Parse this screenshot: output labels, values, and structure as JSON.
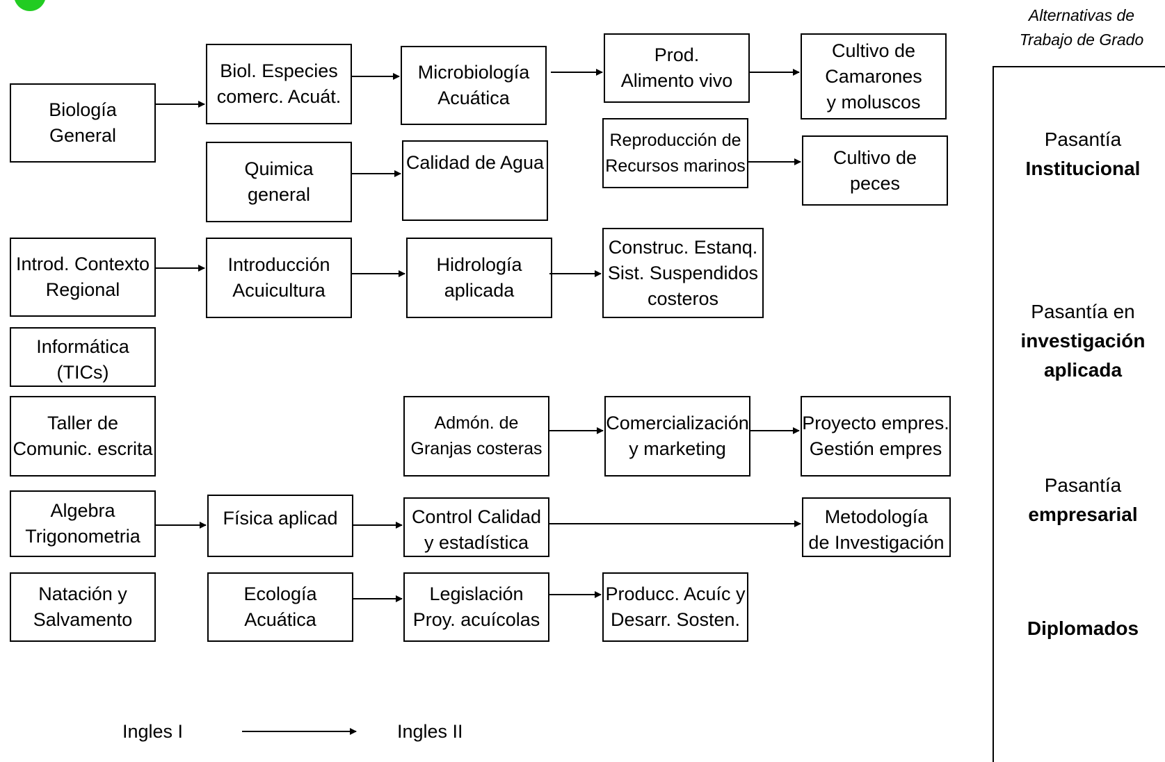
{
  "side": {
    "title": [
      "Alternativas de",
      "Trabajo de Grado"
    ],
    "alternatives": [
      {
        "lines": [
          {
            "text": "Pasantía",
            "bold": false
          },
          {
            "text": "Institucional",
            "bold": true
          }
        ]
      },
      {
        "lines": [
          {
            "text": "Pasantía en",
            "bold": false
          },
          {
            "text": "investigación",
            "bold": true
          },
          {
            "text": "aplicada",
            "bold": true
          }
        ]
      },
      {
        "lines": [
          {
            "text": "Pasantía",
            "bold": false
          },
          {
            "text": "empresarial",
            "bold": true
          }
        ]
      },
      {
        "lines": [
          {
            "text": "Diplomados",
            "bold": true
          }
        ]
      }
    ]
  },
  "courses": {
    "biologia_general": [
      "Biología",
      "General"
    ],
    "biol_especies": [
      "Biol. Especies",
      "comerc.  Acuát."
    ],
    "microbiologia": [
      "Microbiología",
      "Acuática"
    ],
    "prod_alimento": [
      "Prod.",
      "Alimento vivo"
    ],
    "cultivo_camarones": [
      "Cultivo de",
      "Camarones",
      "y moluscos"
    ],
    "quimica_general": [
      "Quimica",
      "general"
    ],
    "calidad_agua": [
      "Calidad de Agua"
    ],
    "reproduccion": [
      "Reproducción de",
      "Recursos marinos"
    ],
    "cultivo_peces": [
      "Cultivo de",
      "peces"
    ],
    "introd_contexto": [
      "Introd. Contexto",
      "Regional"
    ],
    "introduccion_acuicultura": [
      "Introducción",
      "Acuicultura"
    ],
    "hidrologia": [
      "Hidrología",
      "aplicada"
    ],
    "construc_estanq": [
      "Construc. Estanq.",
      "Sist.  Suspendidos",
      "costeros"
    ],
    "informatica": [
      "Informática",
      "(TICs)"
    ],
    "taller_comunic": [
      "Taller de",
      "Comunic. escrita"
    ],
    "admon_granjas": [
      "Admón. de",
      "Granjas costeras"
    ],
    "comercializacion": [
      "Comercialización",
      "y marketing"
    ],
    "proyecto_empres": [
      "Proyecto empres.",
      "Gestión empres"
    ],
    "algebra": [
      "Algebra",
      "Trigonometria"
    ],
    "fisica": [
      "Física  aplicad"
    ],
    "control_calidad": [
      "Control Calidad",
      "y estadística"
    ],
    "metodologia": [
      "Metodología",
      "de  Investigación"
    ],
    "natacion": [
      "Natación y",
      "Salvamento"
    ],
    "ecologia": [
      "Ecología",
      "Acuática"
    ],
    "legislacion": [
      "Legislación",
      "Proy. acuícolas"
    ],
    "producc_acuic": [
      "Producc. Acuíc y",
      "Desarr. Sosten."
    ]
  },
  "footer": {
    "ingles_1": "Ingles   I",
    "ingles_2": "Ingles II"
  },
  "colors": {
    "logo": "#22cc22",
    "line": "#000000"
  }
}
